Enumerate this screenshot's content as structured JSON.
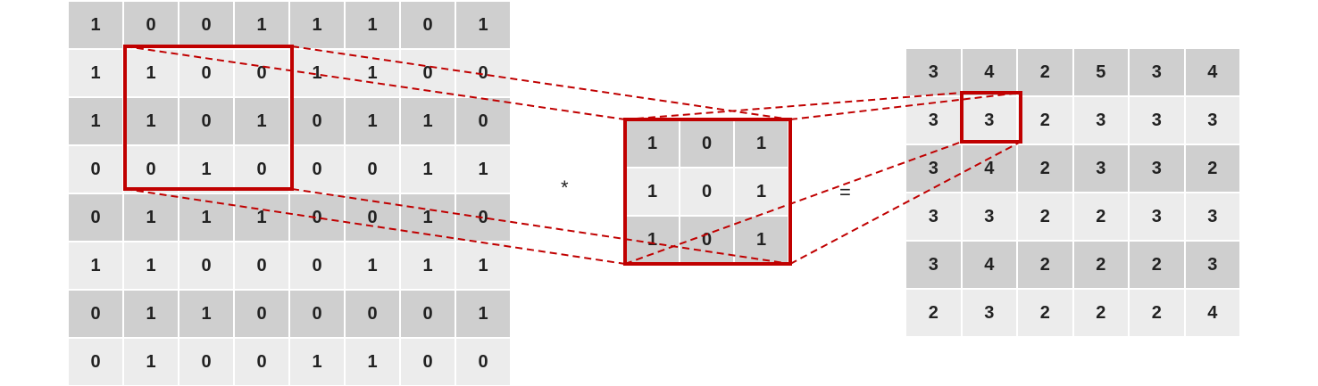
{
  "input_matrix": [
    [
      1,
      0,
      0,
      1,
      1,
      1,
      0,
      1
    ],
    [
      1,
      1,
      0,
      0,
      1,
      1,
      0,
      0
    ],
    [
      1,
      1,
      0,
      1,
      0,
      1,
      1,
      0
    ],
    [
      0,
      0,
      1,
      0,
      0,
      0,
      1,
      1
    ],
    [
      0,
      1,
      1,
      1,
      0,
      0,
      1,
      0
    ],
    [
      1,
      1,
      0,
      0,
      0,
      1,
      1,
      1
    ],
    [
      0,
      1,
      1,
      0,
      0,
      0,
      0,
      1
    ],
    [
      0,
      1,
      0,
      0,
      1,
      1,
      0,
      0
    ]
  ],
  "kernel_matrix": [
    [
      1,
      0,
      1
    ],
    [
      1,
      0,
      1
    ],
    [
      1,
      0,
      1
    ]
  ],
  "output_matrix": [
    [
      3,
      4,
      2,
      5,
      3,
      4
    ],
    [
      3,
      3,
      2,
      3,
      3,
      3
    ],
    [
      3,
      4,
      2,
      3,
      3,
      2
    ],
    [
      3,
      3,
      2,
      2,
      3,
      3
    ],
    [
      3,
      4,
      2,
      2,
      2,
      3
    ],
    [
      2,
      3,
      2,
      2,
      2,
      4
    ]
  ],
  "operators": {
    "convolve": "*",
    "equals": "="
  },
  "colors": {
    "highlight": "#c00000",
    "dark_cell": "#cfcfcf",
    "light_cell": "#ececec"
  }
}
